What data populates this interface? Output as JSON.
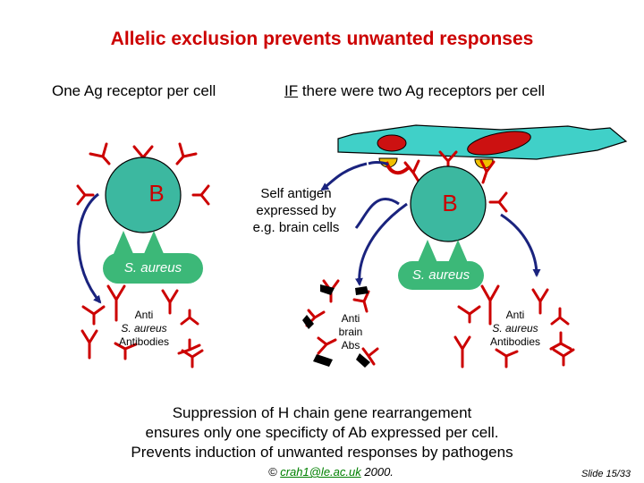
{
  "slide": {
    "title": "Allelic exclusion prevents unwanted responses",
    "left_heading": "One Ag receptor per cell",
    "right_heading_if": "IF",
    "right_heading_rest": " there were two Ag receptors per cell",
    "b_cell_letter": "B",
    "self_antigen_lines": [
      "Self antigen",
      "expressed by",
      "e.g. brain cells"
    ],
    "bacterium_label": "S. aureus",
    "left_antibodies_lines": [
      "Anti",
      "S. aureus",
      "Antibodies"
    ],
    "brain_antibodies_lines": [
      "Anti",
      "brain",
      "Abs"
    ],
    "right_antibodies_lines": [
      "Anti",
      "S. aureus",
      "Antibodies"
    ],
    "bottom_lines": [
      "Suppression of H chain gene rearrangement",
      "ensures only one specificty of Ab expressed per cell.",
      "Prevents induction of unwanted responses by pathogens"
    ],
    "copyright_symbol": "©",
    "copyright_email": "crah1@le.ac.uk",
    "copyright_year": "2000.",
    "slide_number": "Slide 15/33"
  },
  "colors": {
    "title": "#cc0000",
    "b_cell_fill": "#3cb8a0",
    "bacterium_fill": "#3cb878",
    "brain_cell_fill": "#40d0c8",
    "nucleus_fill": "#cc1111",
    "self_antigen_fill": "#f0c000",
    "antibody_red": "#cc0000",
    "arrow_navy": "#1a237e"
  }
}
